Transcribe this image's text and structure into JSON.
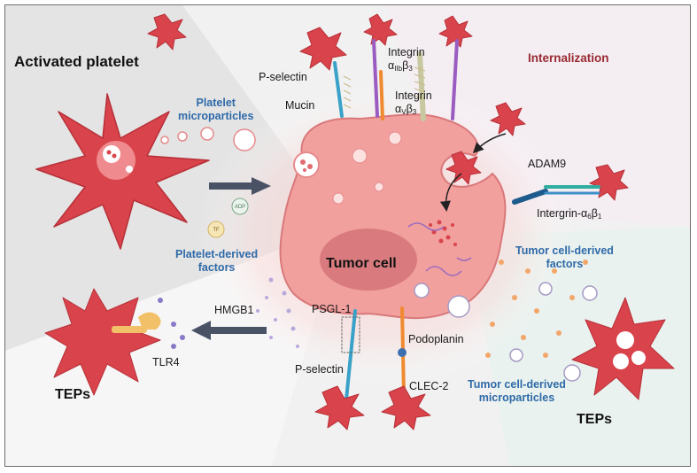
{
  "labels": {
    "activated_platelet": "Activated platelet",
    "internalization": "Internalization",
    "p_selectin_top": "P-selectin",
    "mucin": "Mucin",
    "integrin_1_name": "Integrin",
    "integrin_1_greek": "α",
    "integrin_1_sub_a": "IIb",
    "integrin_1_beta": "β",
    "integrin_1_sub_b": "3",
    "integrin_2_name": "Integrin",
    "integrin_2_greek": "α",
    "integrin_2_sub_a": "V",
    "integrin_2_beta": "β",
    "integrin_2_sub_b": "3",
    "platelet_microparticles": "Platelet\nmicroparticles",
    "adam9": "ADAM9",
    "intergrin_a6b1_main": "Intergrin-α",
    "intergrin_a6b1_sub_a": "6",
    "intergrin_a6b1_beta": "β",
    "intergrin_a6b1_sub_b": "1",
    "adp": "ADP",
    "tf": "TF",
    "platelet_derived_factors": "Platelet-derived\nfactors",
    "tumor_cell": "Tumor cell",
    "tumor_cell_derived_factors": "Tumor cell-derived\nfactors",
    "hmgb1": "HMGB1",
    "psgl1": "PSGL-1",
    "podoplanin": "Podoplanin",
    "tlr4": "TLR4",
    "p_selectin_bottom": "P-selectin",
    "clec2": "CLEC-2",
    "tumor_cell_derived_microparticles": "Tumor cell-derived\nmicroparticles",
    "teps_left": "TEPs",
    "teps_right": "TEPs"
  },
  "colors": {
    "platelet_red": "#d9434b",
    "tumor_pink": "#f2a7a4",
    "nucleus": "#d97b7e",
    "label_blue": "#2f6aa8",
    "label_red": "#9a2a32",
    "arrow_gray": "#4a5266"
  }
}
